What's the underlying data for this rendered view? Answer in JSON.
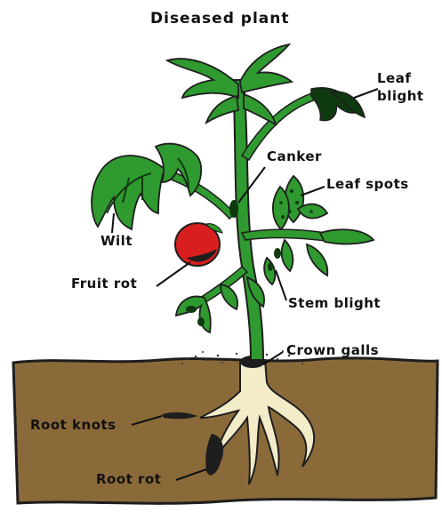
{
  "title": "Diseased plant",
  "labels": {
    "leaf_blight_1": "Leaf",
    "leaf_blight_2": "blight",
    "canker": "Canker",
    "leaf_spots": "Leaf spots",
    "wilt": "Wilt",
    "fruit_rot": "Fruit rot",
    "stem_blight": "Stem blight",
    "crown_galls": "Crown galls",
    "root_knots": "Root knots",
    "root_rot": "Root rot"
  },
  "colors": {
    "leaf": "#2f9a2f",
    "leaf_dark": "#0f3a0f",
    "stem": "#2f9a2f",
    "fruit": "#d81e1e",
    "soil": "#8b6a3a",
    "soil_edge": "#1e1e1e",
    "root": "#f3ecc8"
  }
}
